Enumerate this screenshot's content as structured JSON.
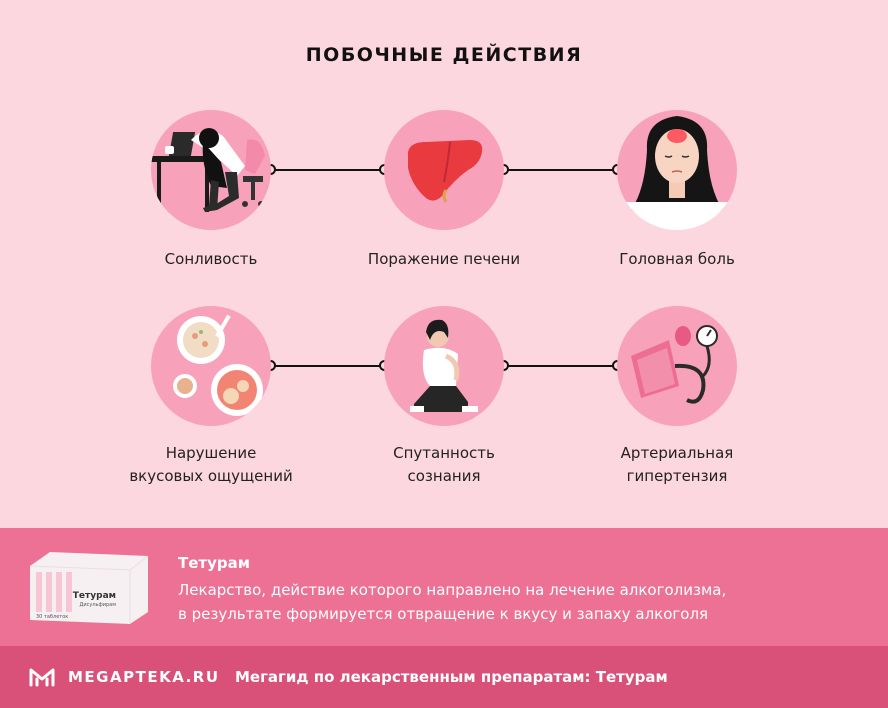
{
  "title": "ПОБОЧНЫЕ ДЕЙСТВИЯ",
  "effects": [
    {
      "label": "Сонливость",
      "icon": "sleepy-person-icon"
    },
    {
      "label": "Поражение печени",
      "icon": "liver-icon"
    },
    {
      "label": "Головная боль",
      "icon": "headache-woman-icon"
    },
    {
      "label_line1": "Нарушение",
      "label_line2": "вкусовых ощущений",
      "icon": "food-plates-icon"
    },
    {
      "label_line1": "Спутанность",
      "label_line2": "сознания",
      "icon": "confused-person-icon"
    },
    {
      "label_line1": "Артериальная",
      "label_line2": "гипертензия",
      "icon": "blood-pressure-monitor-icon"
    }
  ],
  "drug": {
    "name": "Тетурам",
    "description_line1": "Лекарство, действие которого направлено на лечение алкоголизма,",
    "description_line2": "в результате формируется отвращение к вкусу и запаху алкоголя",
    "box_name": "Тетурам",
    "box_sub": "Дисульфирам",
    "box_count": "30 таблеток"
  },
  "footer": {
    "site": "MEGAPTEKA.RU",
    "guide": "Мегагид по лекарственным препаратам: Тетурам"
  },
  "colors": {
    "background": "#fdd7e0",
    "circle": "#f7a1bb",
    "banner": "#ec7195",
    "footer": "#d95079"
  }
}
